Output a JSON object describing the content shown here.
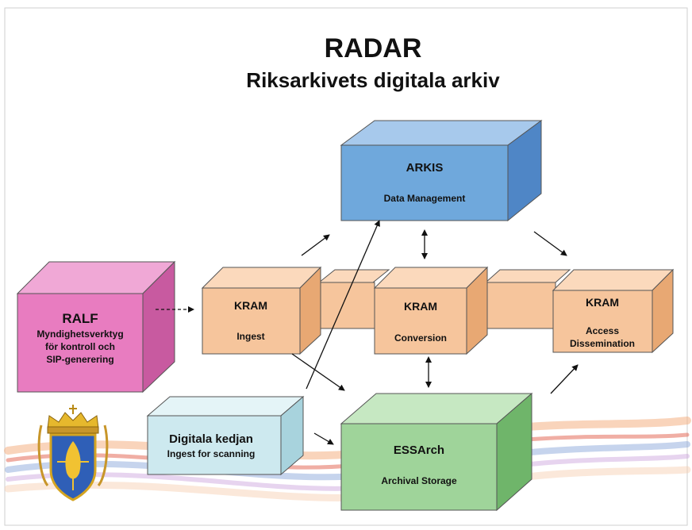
{
  "title": "RADAR",
  "subtitle": "Riksarkivets digitala arkiv",
  "boxes": {
    "arkis": {
      "title": "ARKIS",
      "subtitle": "Data Management",
      "color": "#6fa8dc"
    },
    "ralf": {
      "title": "RALF",
      "line1": "Myndighetsverktyg",
      "line2": "för kontroll och",
      "line3": "SIP-generering",
      "color": "#e87cc0"
    },
    "kram_ingest": {
      "title": "KRAM",
      "subtitle": "Ingest",
      "color": "#f6c59c"
    },
    "kram_conversion": {
      "title": "KRAM",
      "subtitle": "Conversion",
      "color": "#f6c59c"
    },
    "kram_access": {
      "title": "KRAM",
      "line1": "Access",
      "line2": "Dissemination",
      "color": "#f6c59c"
    },
    "digitala_kedjan": {
      "title": "Digitala kedjan",
      "subtitle": "Ingest for scanning",
      "color": "#cde9ef"
    },
    "essarch": {
      "title": "ESSArch",
      "subtitle": "Archival Storage",
      "color": "#9fd49a"
    }
  },
  "logo": "coat-of-arms-icon"
}
